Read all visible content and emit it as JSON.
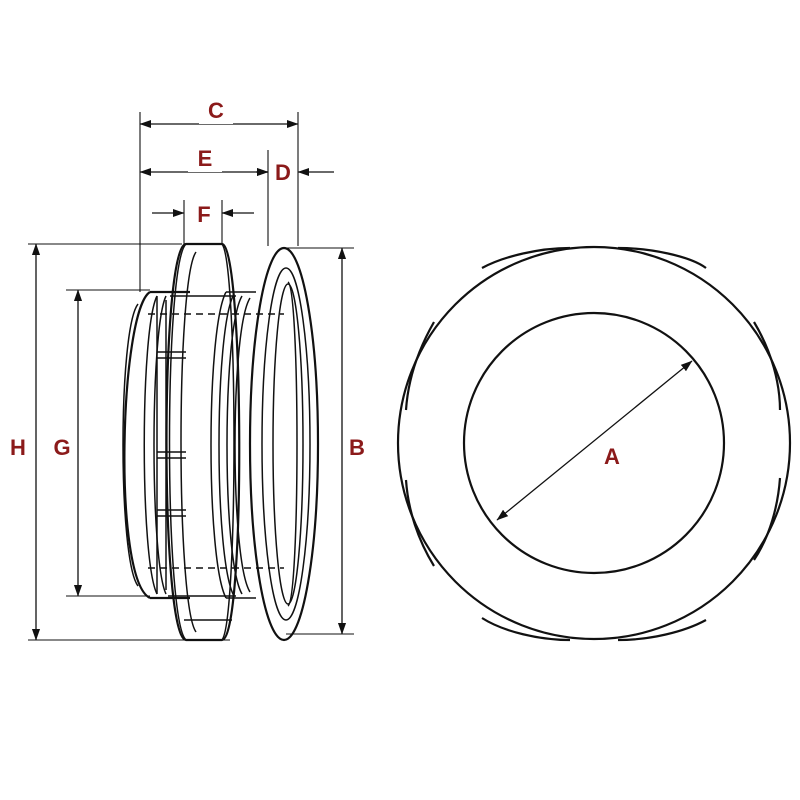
{
  "labels": {
    "a": "A",
    "b": "B",
    "c": "C",
    "d": "D",
    "e": "E",
    "f": "F",
    "g": "G",
    "h": "H"
  },
  "colors": {
    "label": "#8b1a1a",
    "line": "#111111",
    "background": "#ffffff"
  }
}
